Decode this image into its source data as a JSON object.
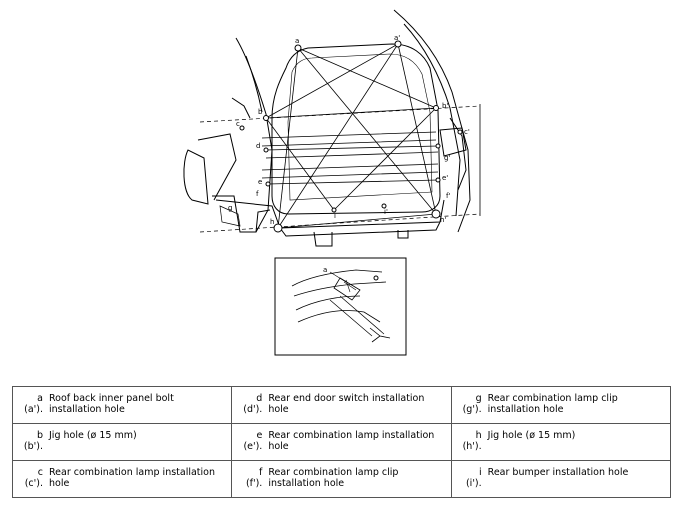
{
  "legend_rows": [
    [
      {
        "code": "a",
        "code_alt": "(a').",
        "text": "Roof back inner panel bolt installation hole"
      },
      {
        "code": "d",
        "code_alt": "(d').",
        "text": "Rear end door switch installation hole"
      },
      {
        "code": "g",
        "code_alt": "(g').",
        "text": "Rear combination lamp clip installation hole"
      }
    ],
    [
      {
        "code": "b",
        "code_alt": "(b').",
        "text": "Jig hole (ø 15 mm)"
      },
      {
        "code": "e",
        "code_alt": "(e').",
        "text": "Rear combination lamp installation hole"
      },
      {
        "code": "h",
        "code_alt": "(h').",
        "text": "Jig hole (ø 15 mm)"
      }
    ],
    [
      {
        "code": "c",
        "code_alt": "(c').",
        "text": "Rear combination lamp installation hole"
      },
      {
        "code": "f",
        "code_alt": "(f').",
        "text": "Rear combination lamp clip installation hole"
      },
      {
        "code": "i",
        "code_alt": "(i').",
        "text": "Rear bumper installation hole"
      }
    ]
  ],
  "diagram_labels": {
    "a": "a",
    "a_prime": "a'",
    "b": "b",
    "b_prime": "b'",
    "c": "c",
    "c_prime": "c'",
    "d": "d",
    "e": "e",
    "e_prime": "e'",
    "f": "f",
    "f_prime": "f'",
    "g": "g",
    "g_prime": "g'",
    "h": "h",
    "h_prime": "h'",
    "i": "i",
    "i_prime": "i'",
    "inset_a": "a"
  },
  "icons": {
    "main": "vehicle-rear-body-measurement-drawing",
    "inset": "roof-panel-bolt-detail-drawing"
  }
}
